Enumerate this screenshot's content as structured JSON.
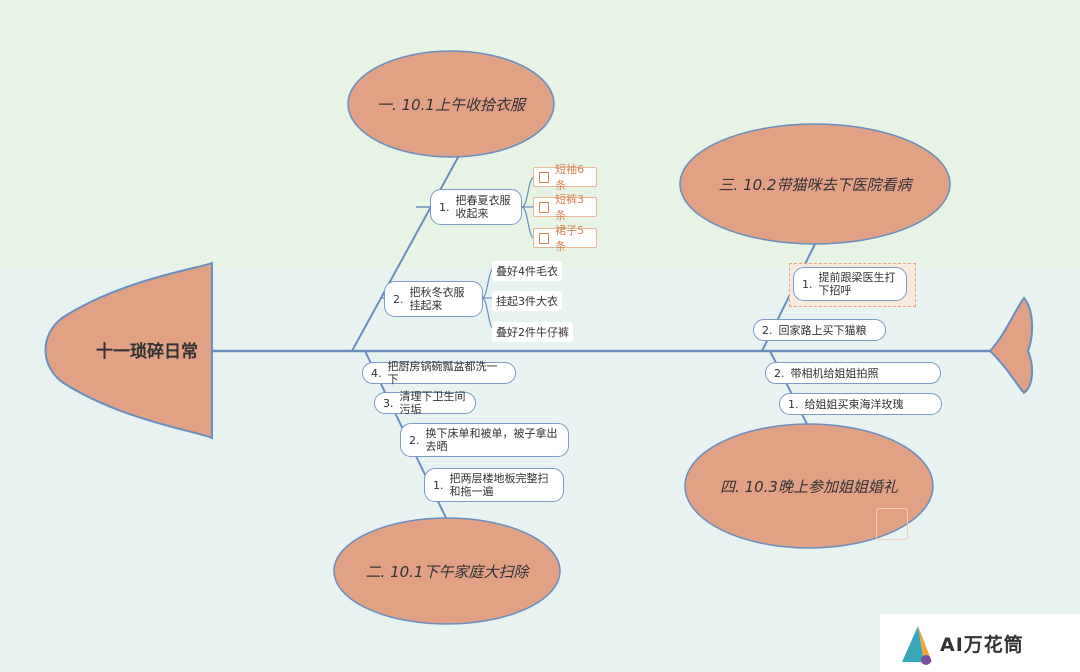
{
  "head": {
    "title": "十一琐碎日常"
  },
  "categories": [
    {
      "label": "一. 10.1上午收拾衣服"
    },
    {
      "label": "三. 10.2带猫咪去下医院看病"
    },
    {
      "label": "二. 10.1下午家庭大扫除"
    },
    {
      "label": "四. 10.3晚上参加姐姐婚礼"
    }
  ],
  "c1": {
    "item1": {
      "num": "1.",
      "text": "把春夏衣服收起来",
      "todos": [
        "短袖6条",
        "短裤3条",
        "裙子5条"
      ]
    },
    "item2": {
      "num": "2.",
      "text": "把秋冬衣服挂起来",
      "leaves": [
        "叠好4件毛衣",
        "挂起3件大衣",
        "叠好2件牛仔裤"
      ]
    }
  },
  "c2": {
    "items": [
      {
        "num": "4.",
        "text": "把厨房锅碗瓢盆都洗一下"
      },
      {
        "num": "3.",
        "text": "清理下卫生间污垢"
      },
      {
        "num": "2.",
        "text": "换下床单和被单，被子拿出去晒"
      },
      {
        "num": "1.",
        "text": "把两层楼地板完整扫和拖一遍"
      }
    ]
  },
  "c3": {
    "items": [
      {
        "num": "1.",
        "text": "提前跟梁医生打下招呼"
      },
      {
        "num": "2.",
        "text": "回家路上买下猫粮"
      }
    ]
  },
  "c4": {
    "items": [
      {
        "num": "2.",
        "text": "带相机给姐姐拍照"
      },
      {
        "num": "1.",
        "text": "给姐姐买束海洋玫瑰"
      }
    ]
  },
  "watermark": {
    "text": "AI万花筒"
  },
  "colors": {
    "node_fill": "#e0a185",
    "node_stroke": "#7c9bc2",
    "spine": "#6a8fbe",
    "bg_top": "#e7f3e5",
    "bg_bottom": "#e8f2f1"
  }
}
